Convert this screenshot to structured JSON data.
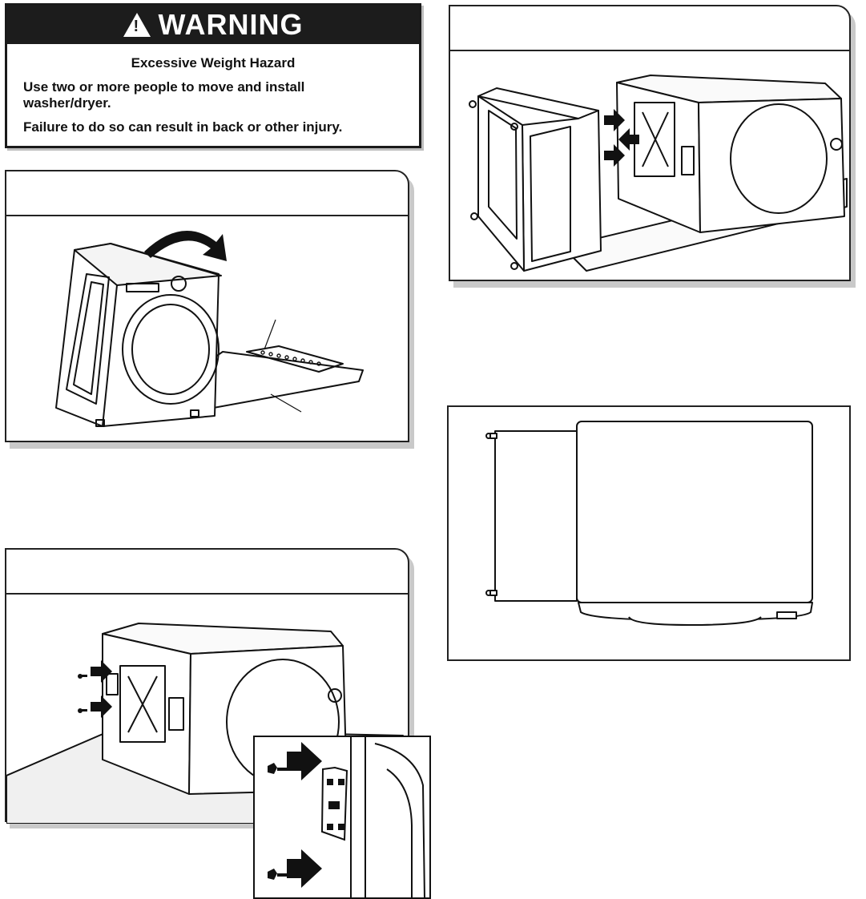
{
  "warning": {
    "title": "WARNING",
    "triangle_symbol": "!",
    "hazard": "Excessive Weight Hazard",
    "line1": "Use two or more people to move and install washer/dryer.",
    "line2": "Failure to do so can result in back or other injury."
  },
  "icons": [
    "warning-triangle-icon",
    "rotation-arrow-icon",
    "insert-arrow-icon",
    "screw-icon"
  ],
  "colors": {
    "ink": "#1a1a1a",
    "shadow": "#c9c9c9",
    "paper": "#ffffff"
  }
}
